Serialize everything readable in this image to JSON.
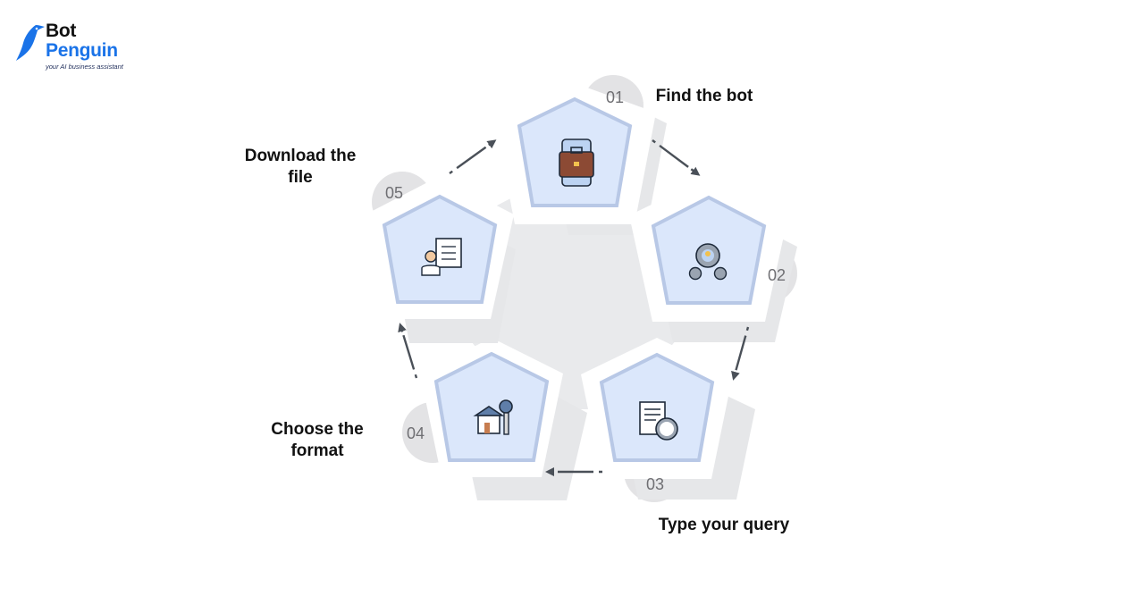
{
  "brand": {
    "line1": "Bot",
    "line2": "Penguin",
    "tagline": "your AI business assistant",
    "colors": {
      "blue": "#1a73e8",
      "dark": "#111111"
    }
  },
  "steps": [
    {
      "number": "01",
      "label": "Find the bot",
      "icon": "briefcase-phone-icon"
    },
    {
      "number": "02",
      "label": "Type your query",
      "icon": "gears-person-icon"
    },
    {
      "number": "03",
      "label": "Choose the format",
      "icon": "document-clock-icon"
    },
    {
      "number": "04",
      "label": "Download the file",
      "icon": "house-key-icon"
    },
    {
      "number": "05",
      "label": "",
      "icon": "person-clipboard-icon"
    }
  ],
  "colors": {
    "pentagon_fill": "#dbe7fb",
    "pentagon_border": "#b8c8e6",
    "shadow": "#e6e7e9",
    "hub": "#e9eaec",
    "circle": "#e3e3e5",
    "arrow": "#4a5058"
  }
}
